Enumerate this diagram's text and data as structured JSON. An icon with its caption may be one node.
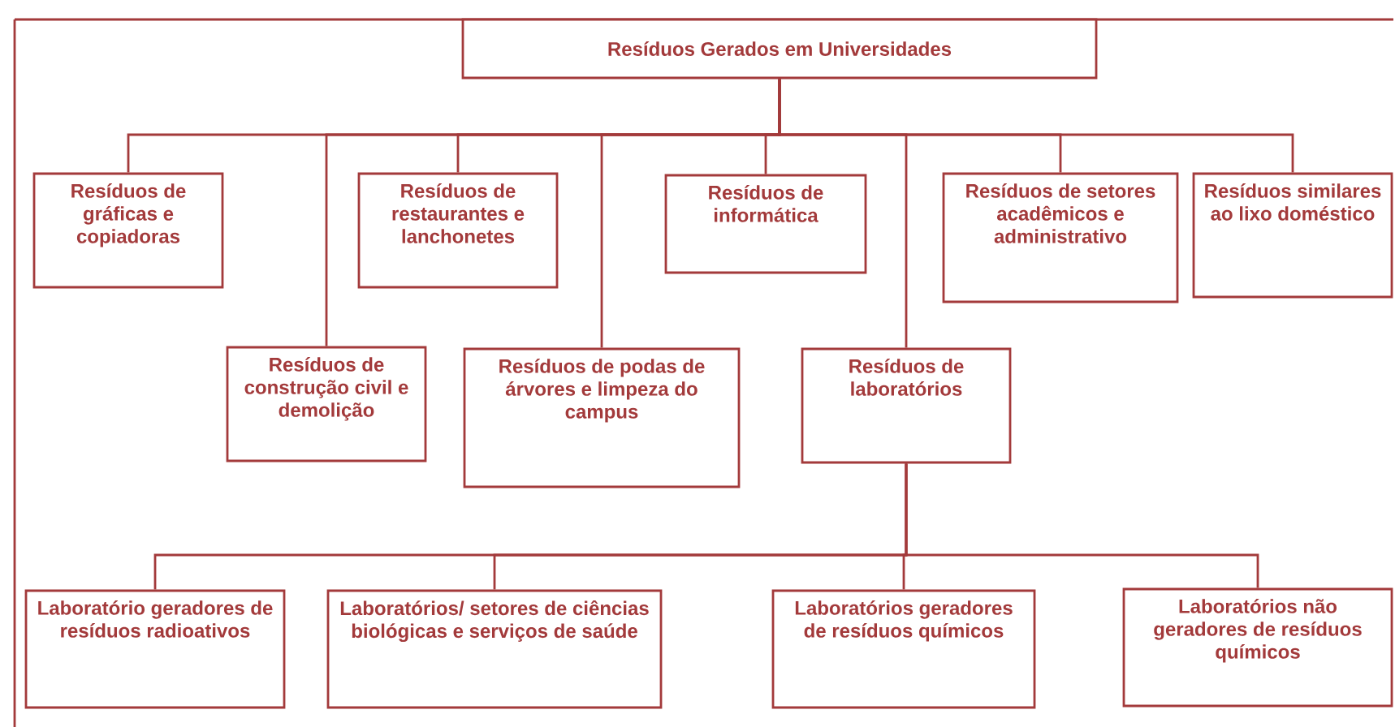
{
  "diagram": {
    "nodes": [
      {
        "text": [
          "Resíduos Gerados em Universidades"
        ]
      },
      {
        "text": [
          "Resíduos de gráficas e copiadoras"
        ]
      },
      {
        "text": [
          "Resíduos de construção civil e demolição"
        ]
      },
      {
        "text": [
          "Resíduos de restaurantes e lanchonetes"
        ]
      },
      {
        "text": [
          "Resíduos de podas de árvores e limpeza do campus"
        ]
      },
      {
        "text": [
          "Resíduos de informática"
        ]
      },
      {
        "text": [
          "Resíduos de laboratórios"
        ]
      },
      {
        "text": [
          "Resíduos de setores acadêmicos e administrativo"
        ]
      },
      {
        "text": [
          "Resíduos similares ao lixo doméstico"
        ]
      },
      {
        "text": [
          "Laboratório geradores de resíduos radioativos"
        ]
      },
      {
        "text": [
          "Laboratórios/ setores de ciências biológicas e serviços de saúde"
        ]
      },
      {
        "text": [
          "Laboratórios geradores de resíduos químicos"
        ]
      },
      {
        "text": [
          "Laboratórios não geradores de resíduos químicos"
        ]
      }
    ],
    "edges": [
      {
        "from": 0,
        "to": 1,
        "arrow": "none"
      },
      {
        "from": 0,
        "to": 2,
        "arrow": "none"
      },
      {
        "from": 0,
        "to": 3,
        "arrow": "none"
      },
      {
        "from": 0,
        "to": 4,
        "arrow": "none"
      },
      {
        "from": 0,
        "to": 5,
        "arrow": "none"
      },
      {
        "from": 0,
        "to": 6,
        "arrow": "none"
      },
      {
        "from": 0,
        "to": 7,
        "arrow": "none"
      },
      {
        "from": 0,
        "to": 8,
        "arrow": "none"
      },
      {
        "from": 6,
        "to": 9,
        "arrow": "none"
      },
      {
        "from": 6,
        "to": 10,
        "arrow": "none"
      },
      {
        "from": 6,
        "to": 11,
        "arrow": "none"
      },
      {
        "from": 6,
        "to": 12,
        "arrow": "none"
      }
    ]
  }
}
